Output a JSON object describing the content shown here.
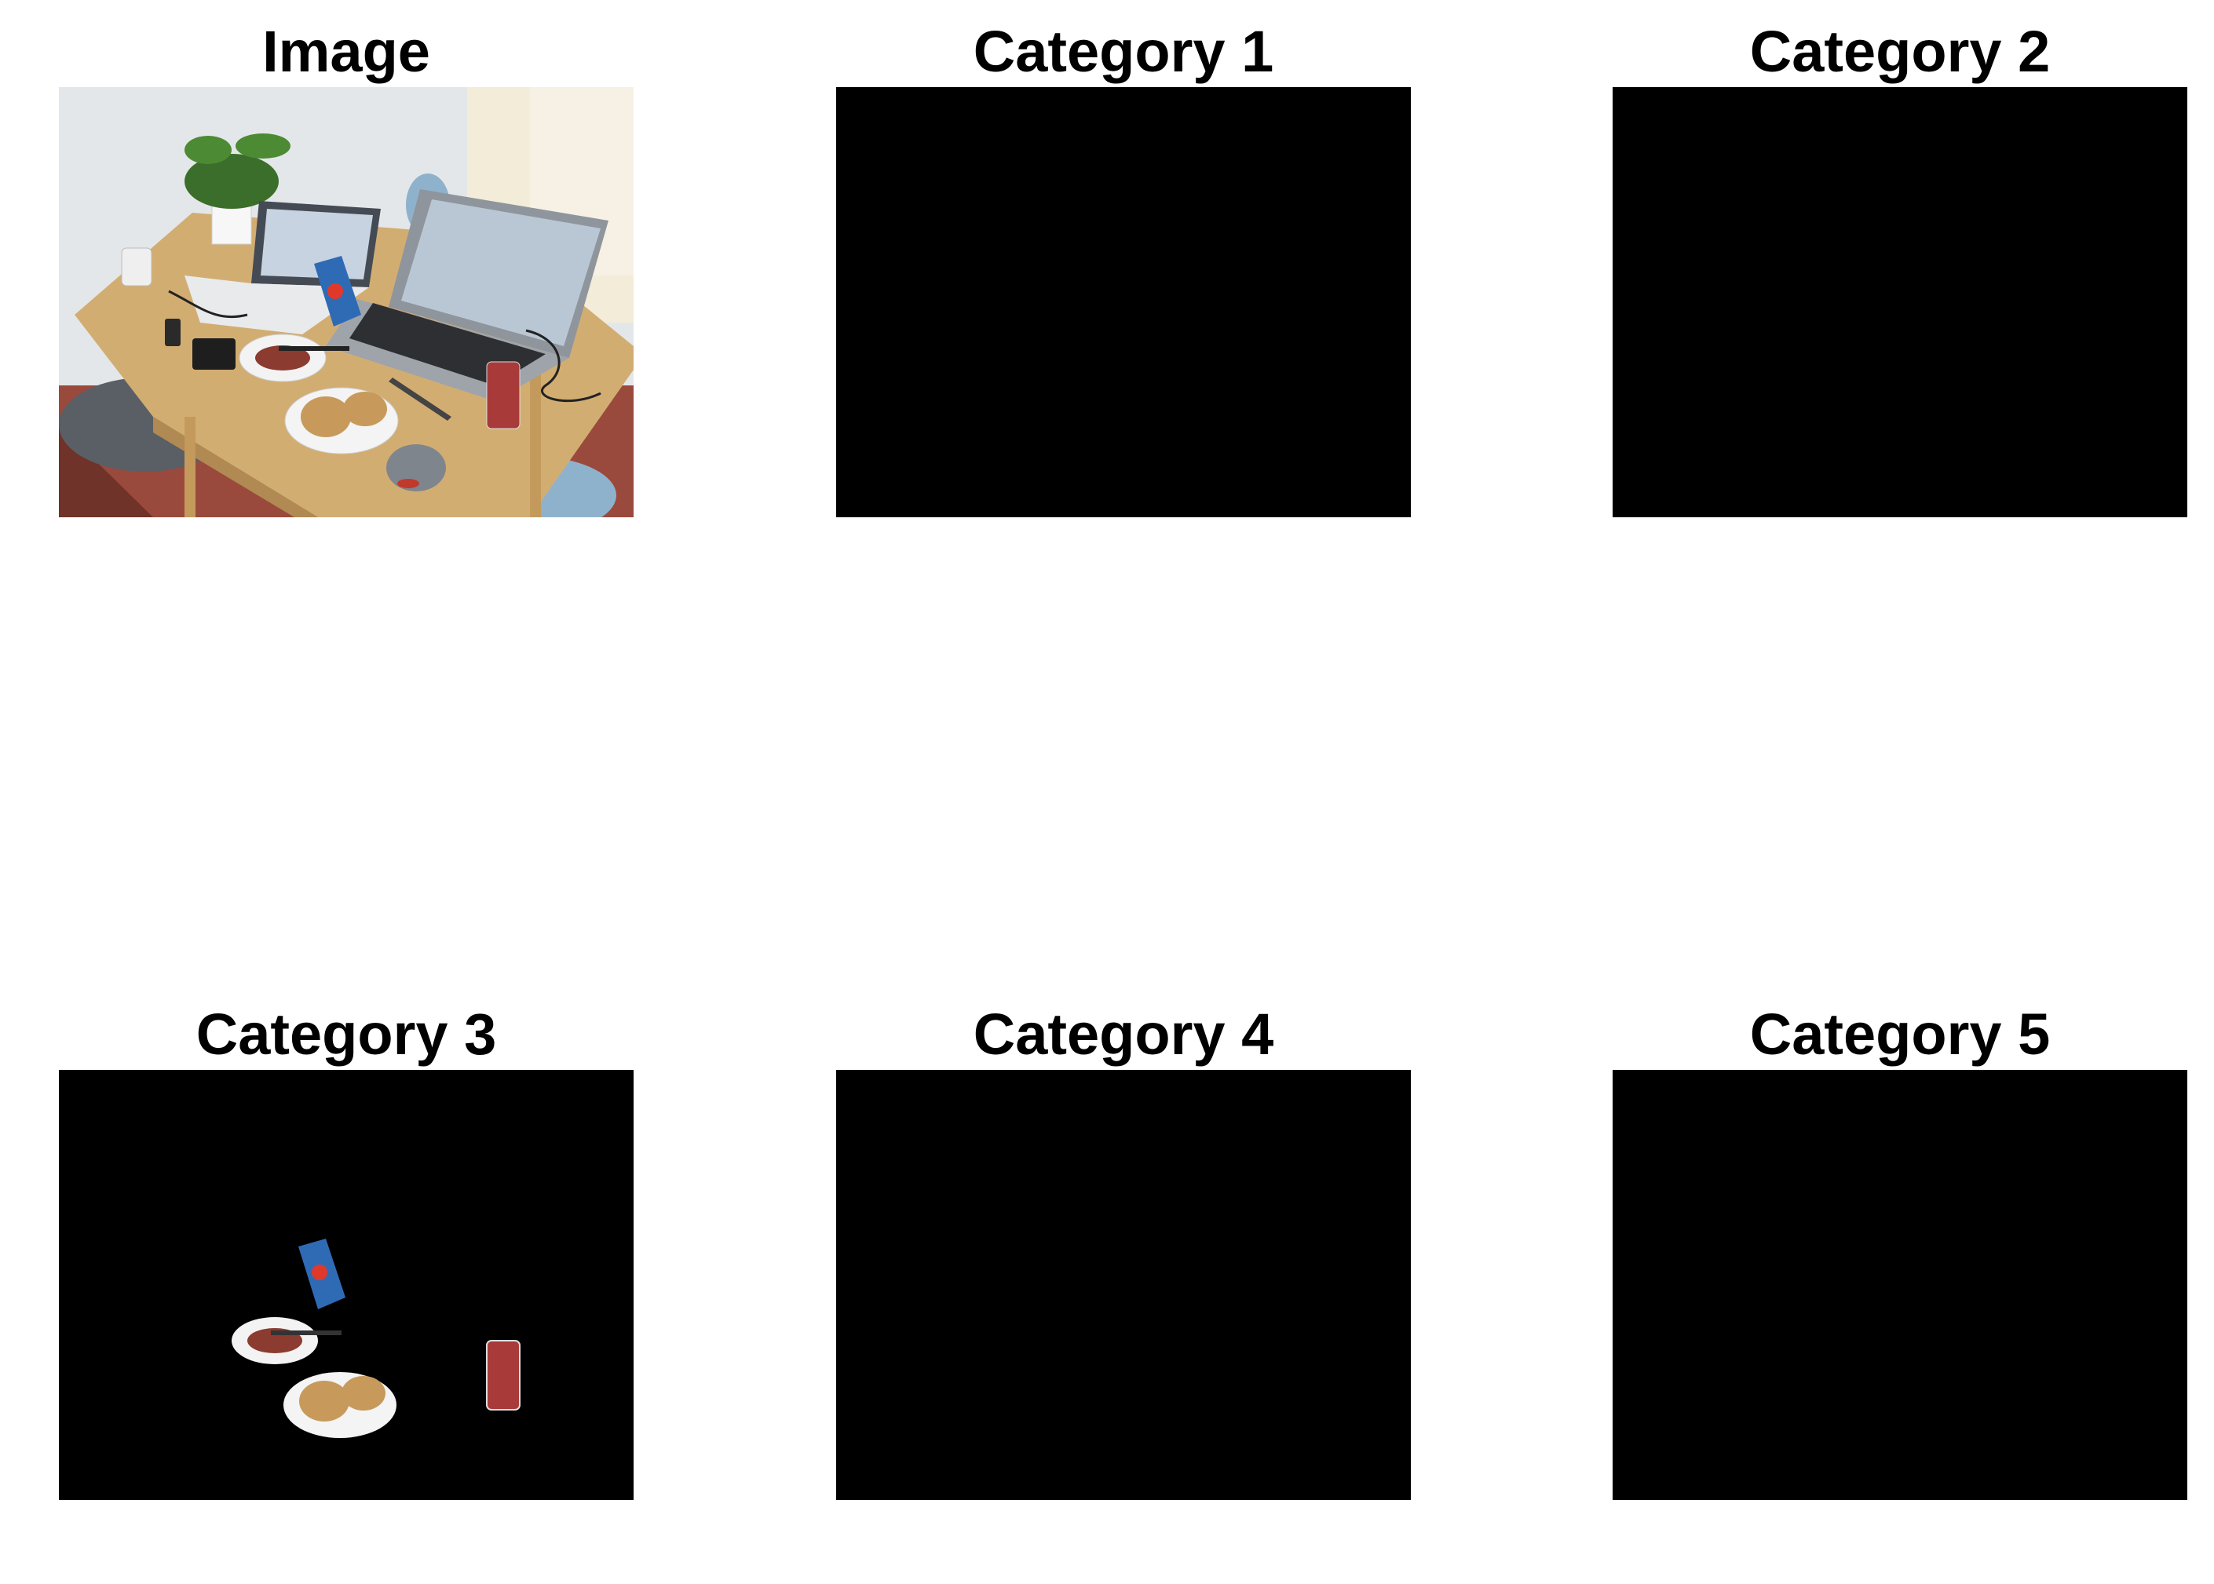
{
  "panels": [
    {
      "title": "Image"
    },
    {
      "title": "Category 1"
    },
    {
      "title": "Category 2"
    },
    {
      "title": "Category 3"
    },
    {
      "title": "Category 4"
    },
    {
      "title": "Category 5"
    }
  ],
  "colors": {
    "background": "#ffffff",
    "mask": "#000000",
    "table": "#d6b37a",
    "wall": "#e9ebec",
    "floor": "#8a3f33"
  }
}
